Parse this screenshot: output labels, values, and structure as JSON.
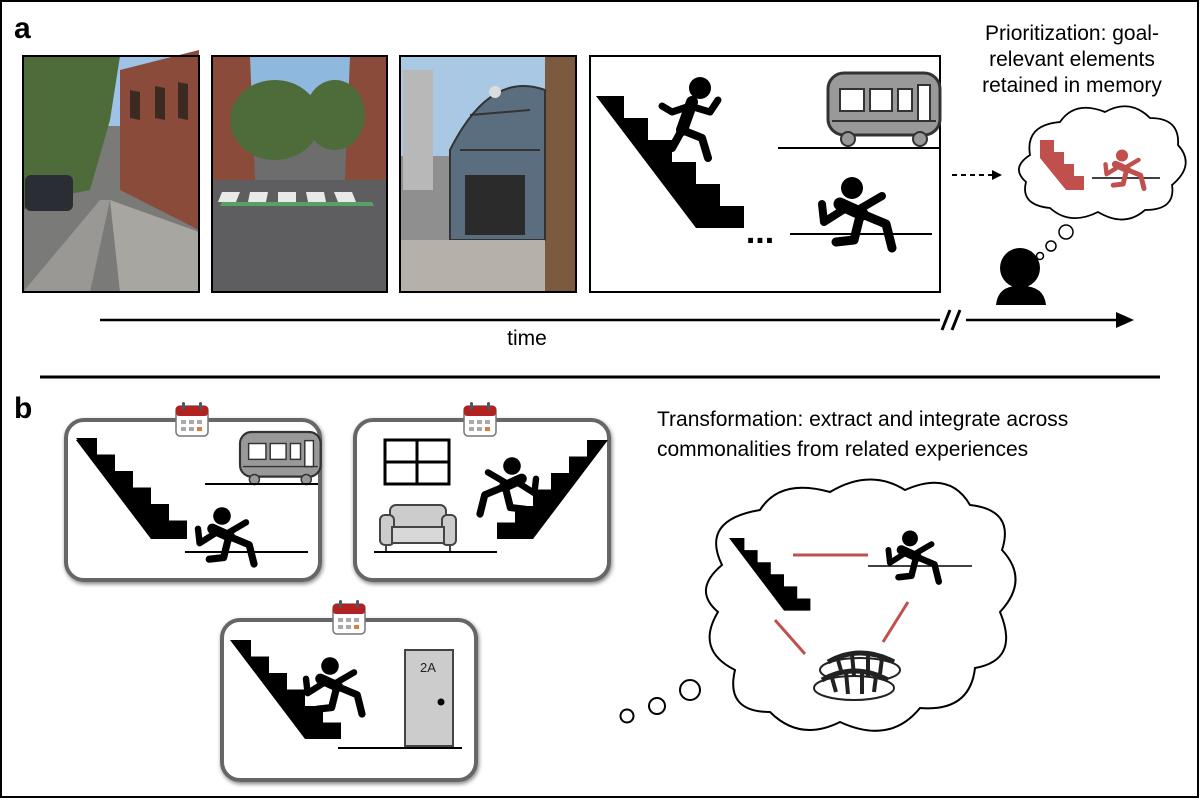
{
  "panel_a": {
    "letter": "a",
    "caption_line1": "Prioritization: goal-",
    "caption_line2": "relevant elements",
    "caption_line3": "retained in memory",
    "axis_label": "time",
    "ellipsis": "..."
  },
  "panel_b": {
    "letter": "b",
    "caption_line1": "Transformation: extract and integrate across",
    "caption_line2": "commonalities from related experiences",
    "door_label": "2A"
  },
  "colors": {
    "accent_red": "#c0504d",
    "calendar_red": "#b22222",
    "line": "#000000",
    "photo_sky": "#8fb8de",
    "photo_foliage": "#4e6b3a",
    "photo_brick": "#8a4b3a"
  }
}
